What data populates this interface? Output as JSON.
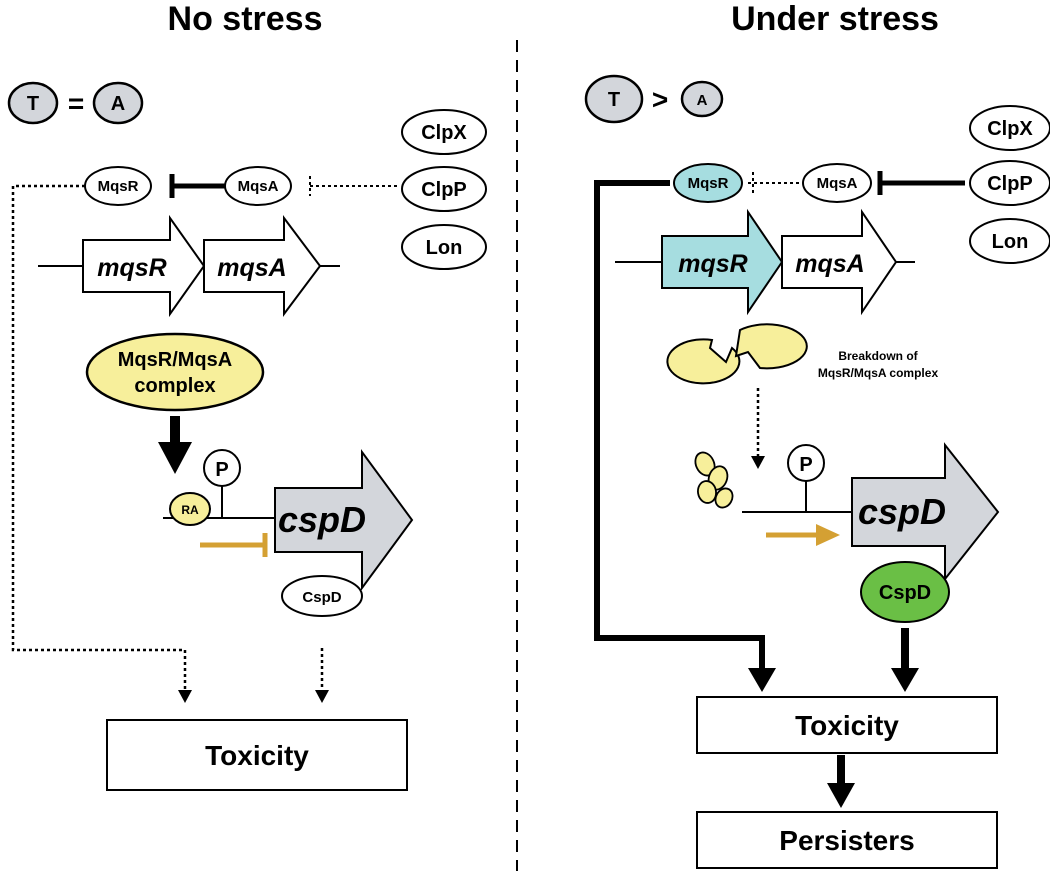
{
  "left": {
    "title": "No stress",
    "t_label": "T",
    "relation": "=",
    "a_label": "A",
    "mqsr_protein": "MqsR",
    "mqsa_protein": "MqsA",
    "proteases": [
      "ClpX",
      "ClpP",
      "Lon"
    ],
    "gene_mqsr": "mqsR",
    "gene_mqsa": "mqsA",
    "complex_line1": "MqsR/MqsA",
    "complex_line2": "complex",
    "ra_label": "RA",
    "promoter_label": "P",
    "gene_cspd": "cspD",
    "cspd_protein": "CspD",
    "outcome": "Toxicity"
  },
  "right": {
    "title": "Under stress",
    "t_label": "T",
    "relation": ">",
    "a_label": "A",
    "mqsr_protein": "MqsR",
    "mqsa_protein": "MqsA",
    "proteases": [
      "ClpX",
      "ClpP",
      "Lon"
    ],
    "gene_mqsr": "mqsR",
    "gene_mqsa": "mqsA",
    "breakdown_line1": "Breakdown of",
    "breakdown_line2": "MqsR/MqsA complex",
    "promoter_label": "P",
    "gene_cspd": "cspD",
    "cspd_protein": "CspD",
    "outcome1": "Toxicity",
    "outcome2": "Persisters"
  },
  "colors": {
    "grey": "#d3d6db",
    "yellow": "#f7ef9b",
    "cyan": "#a6dde0",
    "green": "#6abf45",
    "orange": "#d4a033"
  }
}
